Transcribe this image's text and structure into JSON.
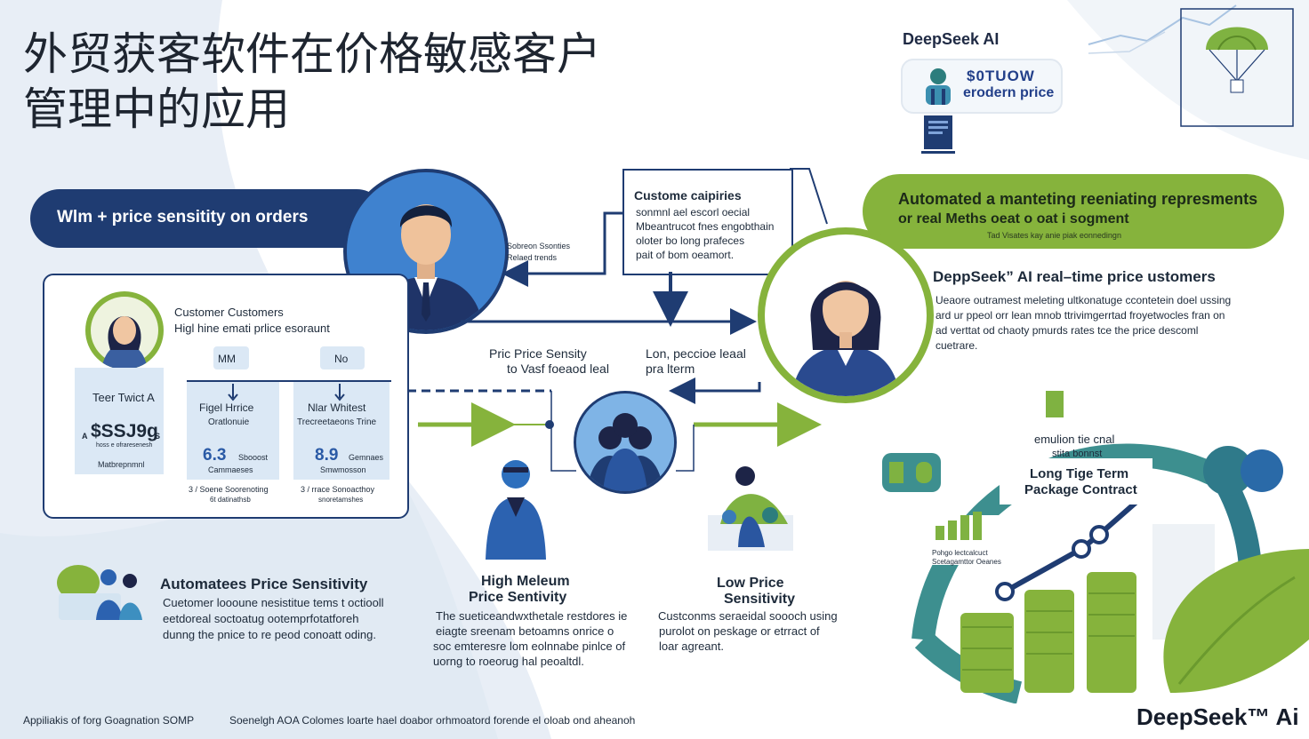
{
  "title": {
    "line1": "外贸获客软件在价格敏感客户",
    "line2": "管理中的应用"
  },
  "brand_top": "DeepSeek AI",
  "price_card": {
    "line1": "$0TUOW",
    "line2": "erodern price"
  },
  "pill_left": "Wlm + price sensitity on orders",
  "pill_right": {
    "line1": "Automated a manteting reeniating represments",
    "line2": "or real Meths oeat o oat i sogment",
    "line3": "Tad Visates kay anie piak eonnedingn"
  },
  "small_label_left": {
    "line1": "Sobreon Ssonties",
    "line2": "Relaed trends"
  },
  "capabilities_box": {
    "line1": "Custome caipiries",
    "line2": "sonmnl ael escorl oecial",
    "line3": "Mbeantrucot fnes engobthain",
    "line4": "oloter bo long prafeces",
    "line5": "pait of bom oeamort."
  },
  "realtime": {
    "heading": "DeppSeek” AI  real–time price ustomers",
    "line1": "Ueaore outramest meleting ultkonatuge ccontetein doel ussing",
    "line2": "ard ur ppeol orr lean mnob ttrivimgerrtad froyetwocles fran on",
    "line3": "ad verttat od chaoty pmurds rates tce  the price descoml",
    "line4": "cuetrare."
  },
  "customer_panel": {
    "header1": "Customer Customers",
    "header2": "Higl hine emati prlice esoraunt",
    "col_m": "MM",
    "col_n": "No",
    "tier_label": "Teer Twict A",
    "amount": "$SSJ9g",
    "amount_prefix": "A",
    "amount_suffix": "S",
    "amount_sub": "hoss e ofraresenesh",
    "tier_foot": "Matbrepnmnl",
    "high_price": {
      "title": "Figel Hrrice",
      "sub": "Oratlonuie",
      "num": "6.3",
      "num_label": "Sbooost",
      "num_sub": "Cammaeses",
      "foot1": "3 / Soene Soorenoting",
      "foot2": "6t datinathsb"
    },
    "mid_price": {
      "title": "Nlar Whitest",
      "sub": "Trecreetaeons Trine",
      "num": "8.9",
      "num_label": "Gemnaes",
      "num_sub": "Smwmosson",
      "foot1": "3 / rrace Sonoacthoy",
      "foot2": "snoretamshes"
    }
  },
  "middle_labels": {
    "left1": "Pric Price Sensity",
    "left2": "to Vasf foeaod leal",
    "right1": "Lon, peccioe leaal",
    "right2": "pra lterm"
  },
  "auto_sensitivity": {
    "heading": "Automatees Price Sensitivity",
    "line1": "Cuetomer loooune nesistitue tems t octiooll",
    "line2": "eetdoreal soctoatug ootemprfotatforeh",
    "line3": "dunng the pnice to re peod conoatt oding."
  },
  "high_medium": {
    "heading1": "High Meleum",
    "heading2": "Price Sentivity",
    "line1": "The sueticeandwxthetale restdores ie",
    "line2": "eiagte sreenam betoamns onrice o",
    "line3": "soc emteresre lom eolnnabe pinlce of",
    "line4": "uorng to roeorug hal peoaltdl."
  },
  "low_price": {
    "heading1": "Low Price",
    "heading2": "Sensitivity",
    "line1": "Custconms seraeidal soooch using",
    "line2": "purolot on peskage or etrract of",
    "line3": "loar agreant."
  },
  "contract": {
    "small1": "emulion tie cnal",
    "small2": "stita bonnst",
    "heading1": "Long Tige Term",
    "heading2": "Package Contract",
    "chart_label1": "Pohgo lectcalcuct",
    "chart_label2": "Scetagamttor Oeanes"
  },
  "footer": {
    "left": "Appiliakis of forg Goagnation SOMP",
    "middle": "Soenelgh AOA Colomes loarte hael doabor orhmoatord forende el oloab ond aheanoh"
  },
  "brand_bottom": "DeepSeek™ Ai",
  "colors": {
    "navy": "#1f3c72",
    "green": "#86b33c",
    "teal": "#3d8f8f",
    "light_blue": "#dce8f3"
  }
}
